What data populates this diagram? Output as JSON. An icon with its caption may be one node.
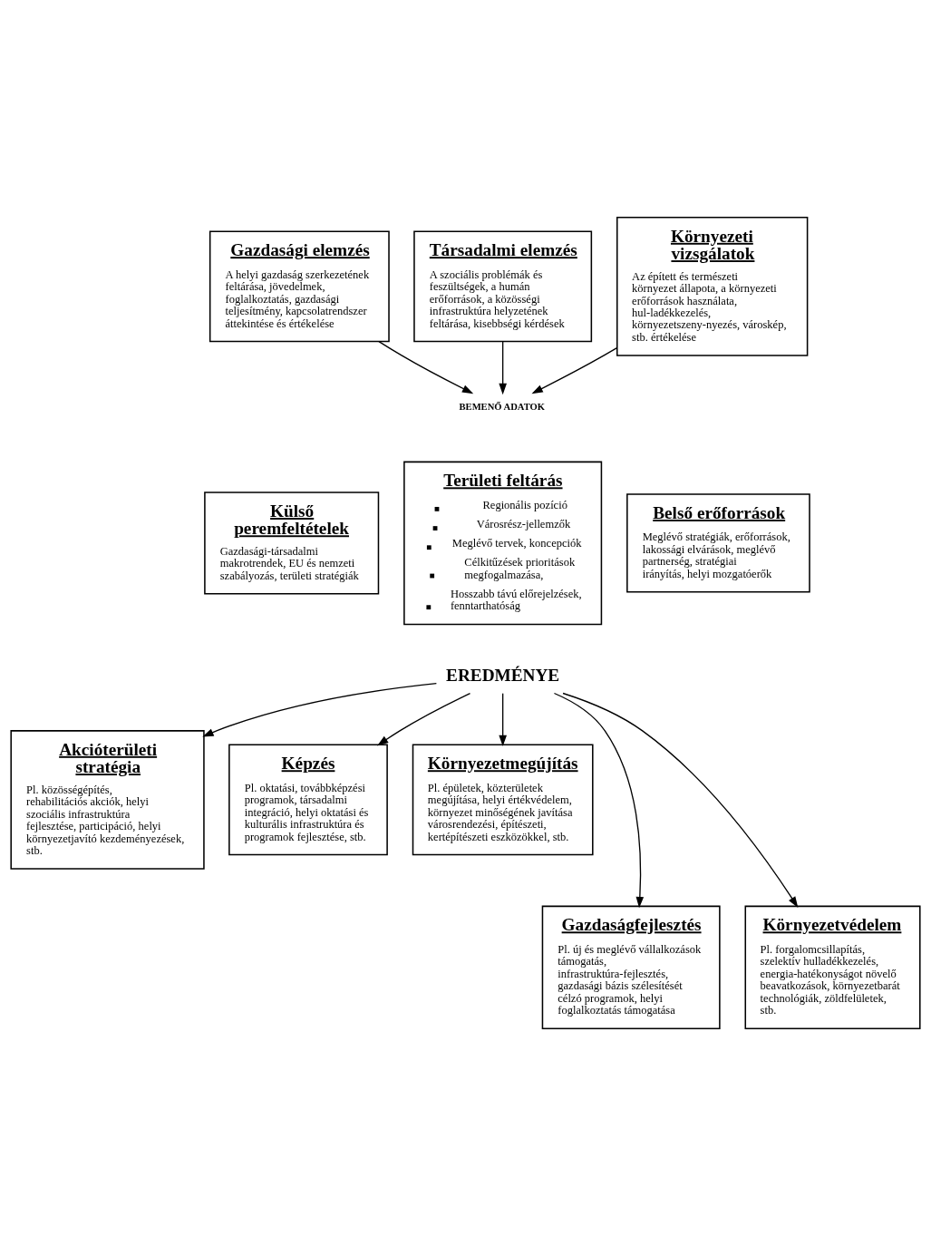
{
  "diagram": {
    "nodes": [
      {
        "text": [
          "Gazdasági elemzés",
          "A helyi gazdaság szerkezetének feltárása, jövedelmek, foglalkoztatás, gazdasági teljesítmény, kapcsolatrendszer áttekintése és értékelése"
        ]
      },
      {
        "text": [
          "Társadalmi elemzés",
          "A szociális problémák és feszültségek, a humán erőforrások, a közösségi infrastruktúra helyzetének feltárása, kisebbségi kérdések"
        ]
      },
      {
        "text": [
          "Környezeti vizsgálatok",
          "Az épített és természeti környezet állapota, a környezeti erőforrások használata, hul-ladékkezelés, környezetszeny-nyezés, városkép, stb. értékelése"
        ]
      },
      {
        "text": [
          "BEMENŐ ADATOK"
        ]
      },
      {
        "text": [
          "Külső peremfeltételek",
          "Gazdasági-társadalmi makrotrendek, EU és nemzeti szabályozás, területi stratégiák"
        ]
      },
      {
        "text": [
          "Területi feltárás",
          "Regionális pozíció",
          "Városrész-jellemzők",
          "Meglévő tervek, koncepciók",
          "Célkitűzések prioritások megfogalmazása,",
          "Hosszabb távú előrejelzések, fenntarthatóság"
        ]
      },
      {
        "text": [
          "Belső erőforrások",
          "Meglévő stratégiák, erőforrások, lakossági elvárások, meglévő partnerség, stratégiai irányítás, helyi mozgatóerők"
        ]
      },
      {
        "text": [
          "EREDMÉNYE"
        ]
      },
      {
        "text": [
          "Akcióterületi stratégia",
          "Pl. közösségépítés, rehabilitációs akciók, helyi szociális infrastruktúra fejlesztése, participáció, helyi környezetjavító kezdeményezések, stb."
        ]
      },
      {
        "text": [
          "Képzés",
          "Pl. oktatási, továbbképzési programok, társadalmi integráció, helyi oktatási és kulturális infrastruktúra és programok fejlesztése, stb."
        ]
      },
      {
        "text": [
          "Környezetmegújítás",
          "Pl. épületek, közterületek megújítása, helyi értékvédelem, környezet minőségének javítása városrendezési, építészeti, kertépítészeti eszközökkel, stb."
        ]
      },
      {
        "text": [
          "Gazdaságfejlesztés",
          "Pl. új és meglévő vállalkozások támogatás, infrastruktúra-fejlesztés, gazdasági bázis szélesítését célzó programok, helyi foglalkoztatás támogatása"
        ]
      },
      {
        "text": [
          "Környezetvédelem",
          "Pl. forgalomcsillapítás, szelektív hulladékkezelés, energia-hatékonyságot növelő beavatkozások, környezetbarát technológiák, zöldfelületek, stb."
        ]
      }
    ],
    "edges": [
      {
        "from": 0,
        "to": 3,
        "arrow": "to"
      },
      {
        "from": 1,
        "to": 3,
        "arrow": "to"
      },
      {
        "from": 2,
        "to": 3,
        "arrow": "to"
      },
      {
        "from": 7,
        "to": 8,
        "arrow": "to"
      },
      {
        "from": 7,
        "to": 11,
        "arrow": "to"
      },
      {
        "from": 7,
        "to": 9,
        "arrow": "to"
      },
      {
        "from": 7,
        "to": 12,
        "arrow": "to"
      },
      {
        "from": 7,
        "to": 10,
        "arrow": "to"
      }
    ]
  }
}
